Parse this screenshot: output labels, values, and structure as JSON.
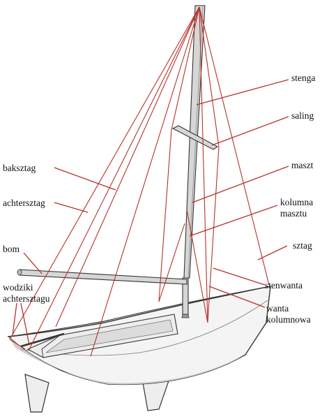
{
  "diagram": {
    "labels": {
      "stenga": "stenga",
      "saling": "saling",
      "maszt": "maszt",
      "kolumna_line1": "kolumna",
      "kolumna_line2": "masztu",
      "sztag": "sztag",
      "stenwanta": "stenwanta",
      "wanta_line1": "wanta",
      "wanta_line2": "kolumnowa",
      "baksztag": "baksztag",
      "achtersztag": "achtersztag",
      "bom": "bom",
      "wodziki_line1": "wodziki",
      "wodziki_line2": "achtersztagu"
    },
    "colors": {
      "rigging": "#b5322a",
      "leader": "#b5322a",
      "outline": "#333333",
      "hull_fill": "#f4f4f4",
      "spar_fill": "#d6d6d6"
    }
  }
}
